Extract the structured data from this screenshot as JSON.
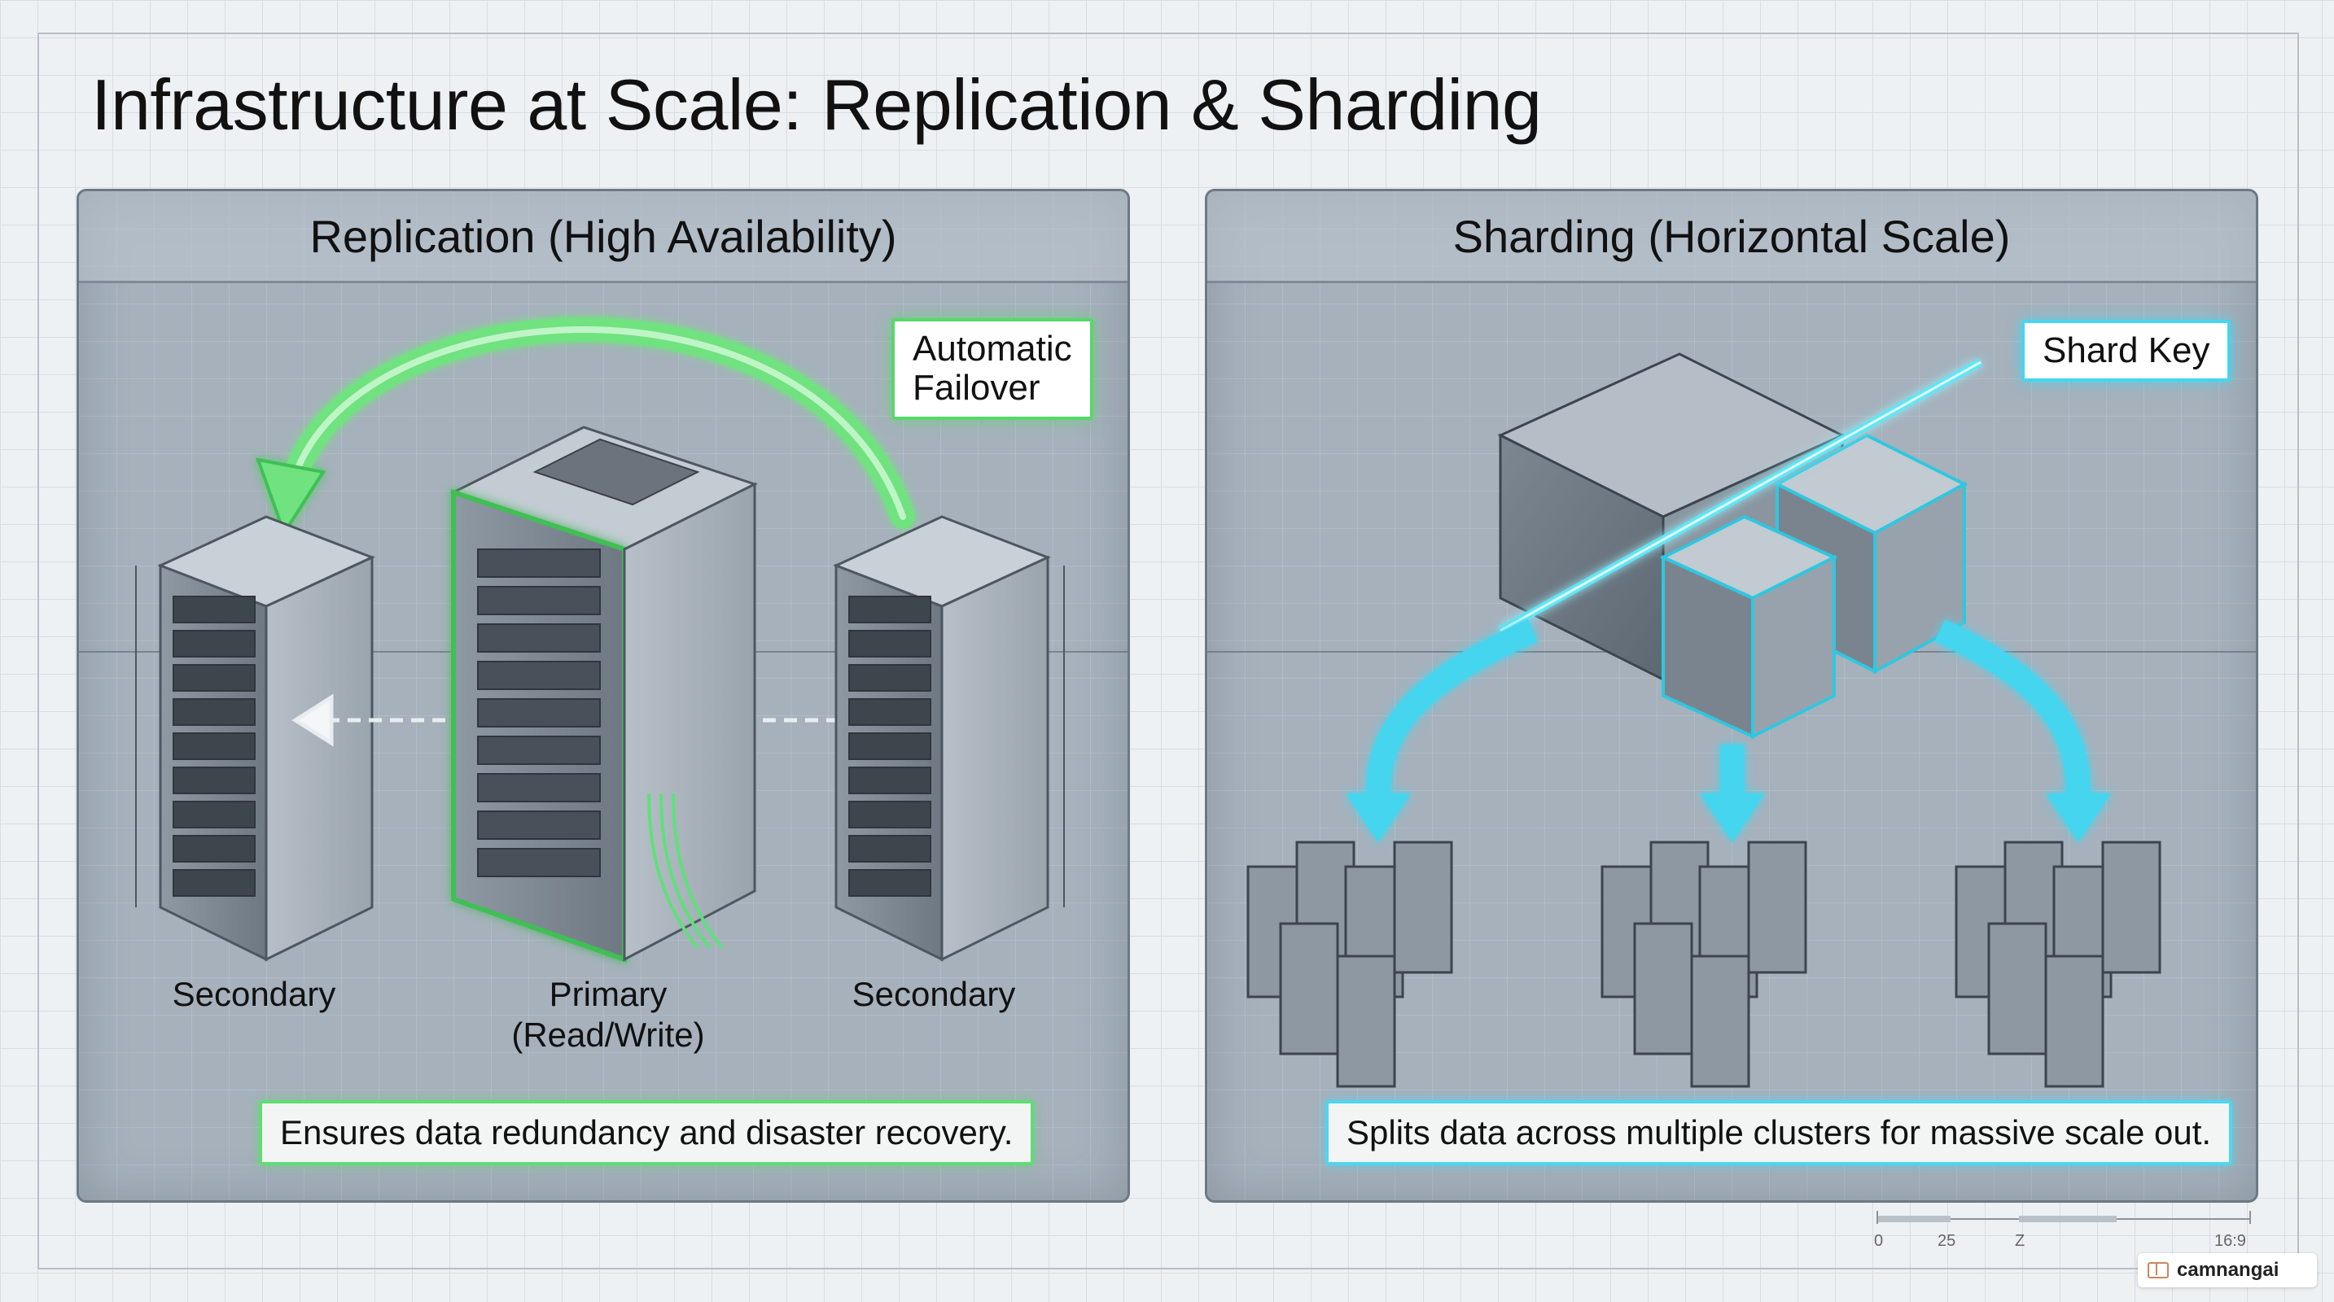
{
  "title": "Infrastructure at Scale: Replication & Sharding",
  "replication": {
    "heading": "Replication (High Availability)",
    "callout": "Automatic\nFailover",
    "secondary_left": "Secondary",
    "primary": "Primary\n(Read/Write)",
    "secondary_right": "Secondary",
    "caption": "Ensures data redundancy and disaster recovery."
  },
  "sharding": {
    "heading": "Sharding (Horizontal Scale)",
    "callout": "Shard Key",
    "caption": "Splits data across multiple clusters for massive scale out."
  },
  "scale_bar": {
    "ticks": [
      "0",
      "25",
      "Z",
      "16:9"
    ]
  },
  "brand": {
    "name": "camnangai"
  },
  "colors": {
    "green_accent": "#56d86a",
    "cyan_accent": "#45d5ee",
    "panel": "#a6b1bc"
  }
}
